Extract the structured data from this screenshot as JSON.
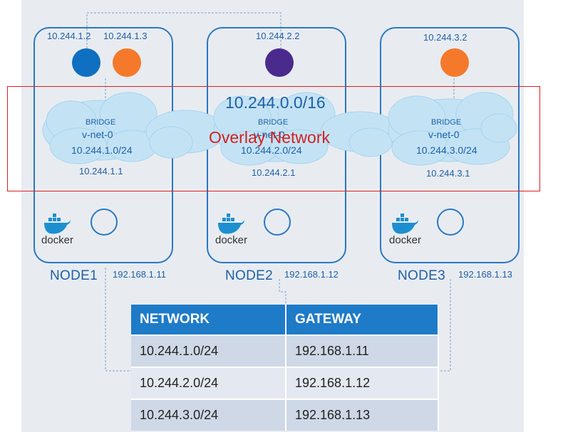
{
  "overlay": {
    "label": "Overlay Network",
    "supernet": "10.244.0.0/16"
  },
  "nodes": [
    {
      "name": "NODE1",
      "host_ip": "192.168.1.11",
      "pods": [
        {
          "ip": "10.244.1.2",
          "color": "#0f6fc0"
        },
        {
          "ip": "10.244.1.3",
          "color": "#f5792a"
        }
      ],
      "bridge": {
        "title": "BRIDGE",
        "name": "v-net-0",
        "subnet": "10.244.1.0/24",
        "gateway_ip": "10.244.1.1"
      },
      "docker": "docker"
    },
    {
      "name": "NODE2",
      "host_ip": "192.168.1.12",
      "pods": [
        {
          "ip": "10.244.2.2",
          "color": "#4b2a8e"
        }
      ],
      "bridge": {
        "title": "BRIDGE",
        "name": "v-net-0",
        "subnet": "10.244.2.0/24",
        "gateway_ip": "10.244.2.1"
      },
      "docker": "docker"
    },
    {
      "name": "NODE3",
      "host_ip": "192.168.1.13",
      "pods": [
        {
          "ip": "10.244.3.2",
          "color": "#f5792a"
        }
      ],
      "bridge": {
        "title": "BRIDGE",
        "name": "v-net-0",
        "subnet": "10.244.3.0/24",
        "gateway_ip": "10.244.3.1"
      },
      "docker": "docker"
    }
  ],
  "route_table": {
    "headers": [
      "NETWORK",
      "GATEWAY"
    ],
    "rows": [
      [
        "10.244.1.0/24",
        "192.168.1.11"
      ],
      [
        "10.244.2.0/24",
        "192.168.1.12"
      ],
      [
        "10.244.3.0/24",
        "192.168.1.13"
      ]
    ]
  },
  "colors": {
    "node_border": "#2b78c4",
    "cloud": "#c3e3f5",
    "overlay_outline": "#e02020",
    "table_header": "#1e7bc8"
  }
}
